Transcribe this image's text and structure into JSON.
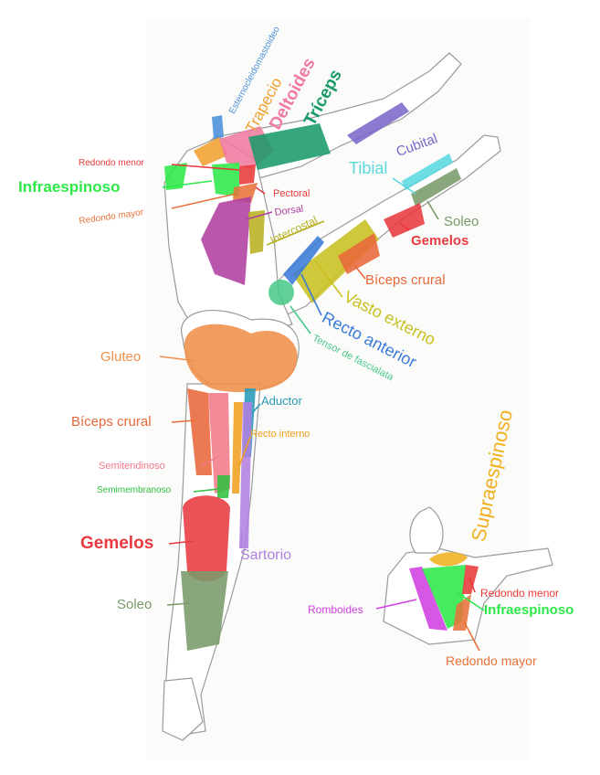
{
  "colors": {
    "paper": "#fbfbfa",
    "sketch": "#9a9a9a",
    "esternocleidomastoideo": "#4a90d9",
    "trapecio": "#f0a030",
    "deltoides": "#f07aa0",
    "triceps": "#1a9a6a",
    "cubital": "#7b68c8",
    "redondo_menor": "#e83a3a",
    "infraespinoso": "#2ee84a",
    "redondo_mayor": "#e8733a",
    "pectoral": "#e83a3a",
    "dorsal": "#b040a0",
    "intercostal": "#b8b020",
    "tibial": "#5ad8e0",
    "soleo": "#7a9a6a",
    "gemelos": "#e83a40",
    "biceps_crural": "#e8683a",
    "vasto_externo": "#c8c020",
    "recto_anterior": "#3a7ad8",
    "tensor": "#4ac88a",
    "gluteo": "#f0904a",
    "aductor": "#2a9ab8",
    "recto_interno": "#f0a020",
    "semitendinoso": "#f07a8a",
    "semimembranoso": "#30c040",
    "sartorio": "#b080e0",
    "supraespinoso": "#f0b020",
    "romboides": "#d040e0"
  },
  "labels": {
    "esternocleidomastoideo": "Esternocleidomastoideo",
    "trapecio": "Trapecio",
    "deltoides": "Deltoides",
    "triceps": "Tríceps",
    "cubital": "Cubital",
    "redondo_menor": "Redondo menor",
    "infraespinoso": "Infraespinoso",
    "redondo_mayor": "Redondo mayor",
    "pectoral": "Pectoral",
    "dorsal": "Dorsal",
    "intercostal": "Intercostal",
    "tibial": "Tibial",
    "soleo": "Soleo",
    "gemelos": "Gemelos",
    "biceps_crural": "Bíceps crural",
    "vasto_externo": "Vasto externo",
    "recto_anterior": "Recto anterior",
    "tensor": "Tensor de fascialata",
    "gluteo": "Gluteo",
    "aductor": "Aductor",
    "recto_interno": "Recto interno",
    "biceps_crural_2": "Bíceps crural",
    "semitendinoso": "Semitendinoso",
    "semimembranoso": "Semimembranoso",
    "gemelos_2": "Gemelos",
    "sartorio": "Sartorio",
    "soleo_2": "Soleo",
    "supraespinoso": "Supraespinoso",
    "redondo_menor_2": "Redondo menor",
    "romboides": "Romboides",
    "infraespinoso_2": "Infraespinoso",
    "redondo_mayor_2": "Redondo mayor"
  }
}
